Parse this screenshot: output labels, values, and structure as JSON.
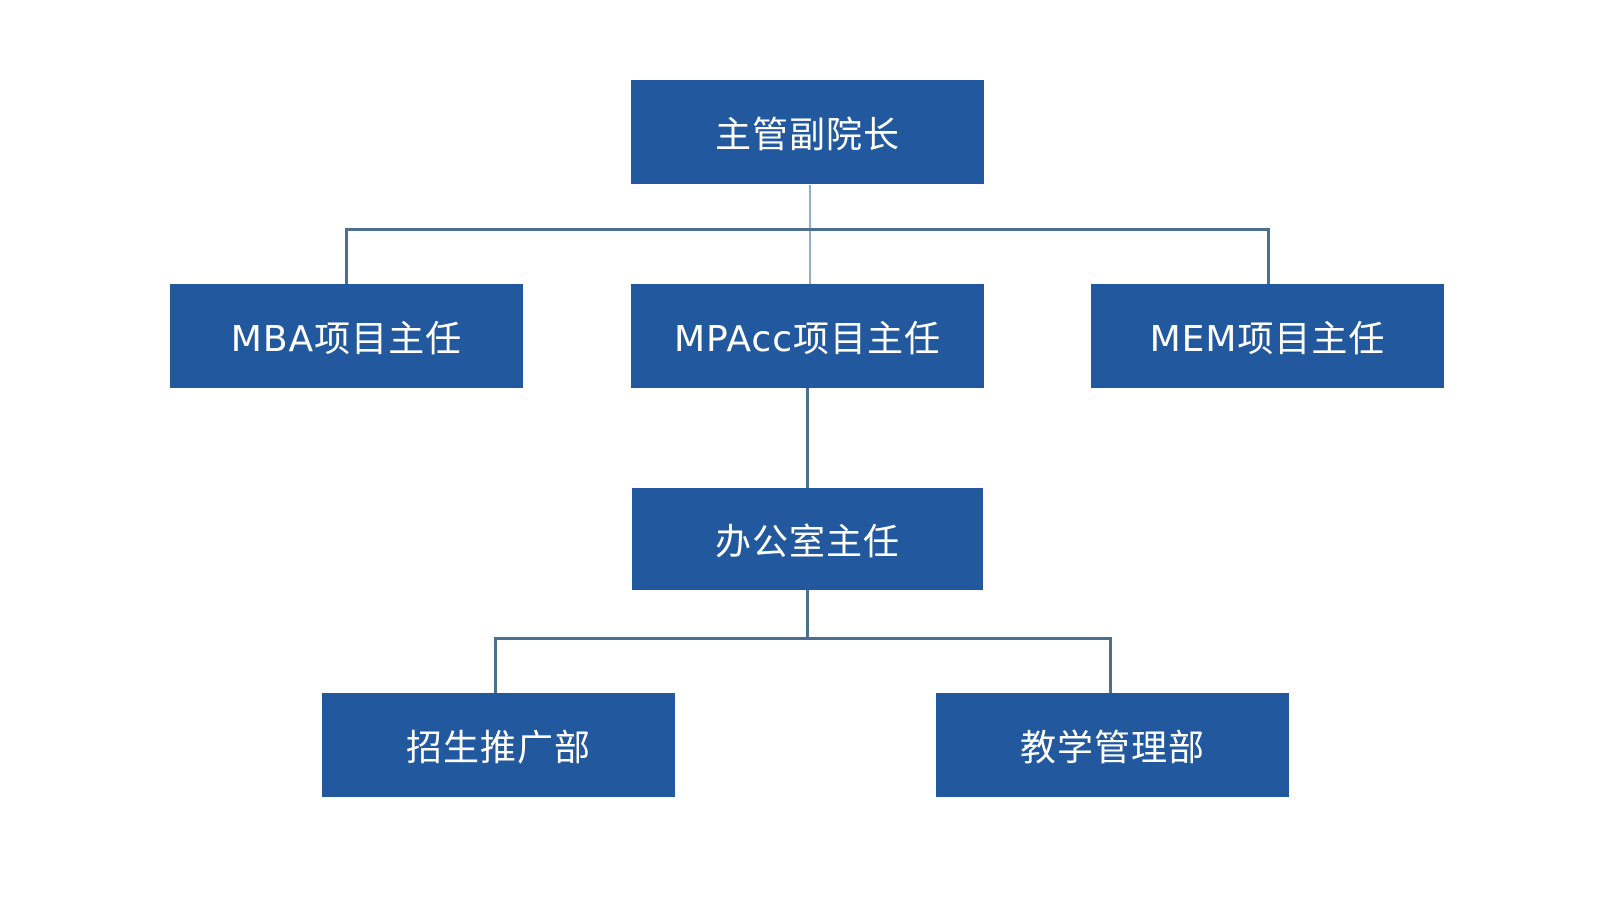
{
  "org_chart": {
    "head": {
      "label": "主管副院长"
    },
    "directors": [
      {
        "label": "MBA项目主任"
      },
      {
        "label": "MPAcc项目主任"
      },
      {
        "label": "MEM项目主任"
      }
    ],
    "office": {
      "label": "办公室主任"
    },
    "departments": [
      {
        "label": "招生推广部"
      },
      {
        "label": "教学管理部"
      }
    ]
  },
  "colors": {
    "node_fill": "#22589d",
    "node_text": "#ffffff",
    "connector": "#4a6f8f"
  }
}
